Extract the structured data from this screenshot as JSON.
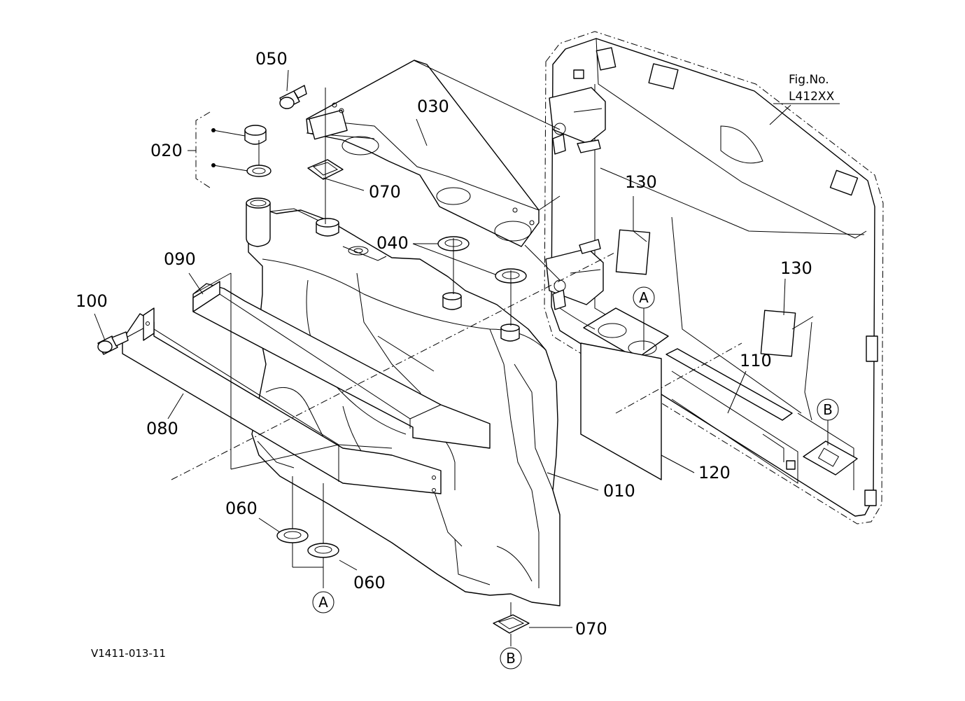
{
  "figure": {
    "fig_no_label": "Fig.No.",
    "fig_no_value": "L412XX",
    "drawing_code": "V1411-013-11"
  },
  "callouts": {
    "p010": "010",
    "p020": "020",
    "p030": "030",
    "p040": "040",
    "p050": "050",
    "p060a": "060",
    "p060b": "060",
    "p070a": "070",
    "p070b": "070",
    "p080": "080",
    "p090": "090",
    "p100": "100",
    "p110": "110",
    "p120": "120",
    "p130a": "130",
    "p130b": "130"
  },
  "reference_markers": {
    "a_bottom": "A",
    "a_panel": "A",
    "b_bottom": "B",
    "b_panel": "B"
  }
}
